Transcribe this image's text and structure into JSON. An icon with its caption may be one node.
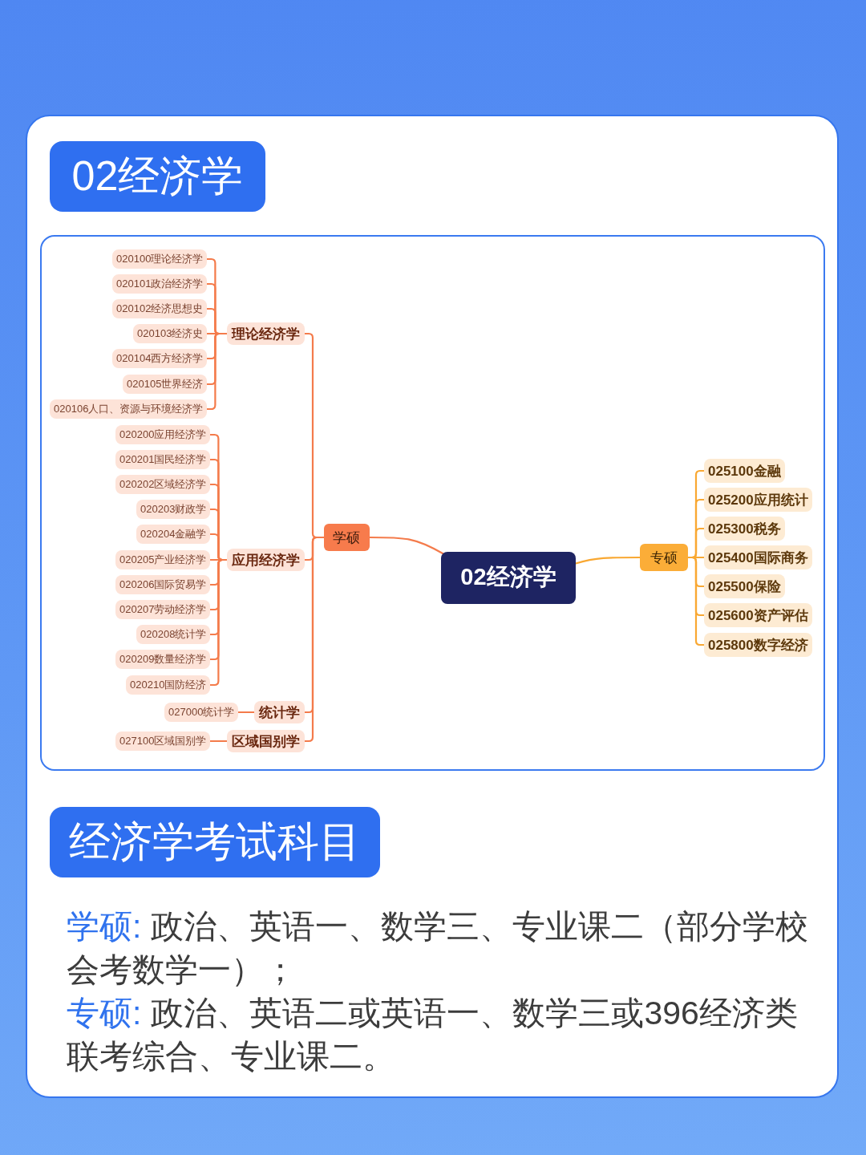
{
  "diagram": {
    "nodes": [
      {
        "text": [
          "02经济学"
        ]
      },
      {
        "text": [],
        "shape": "box"
      },
      {
        "text": [
          "02经济学"
        ],
        "in": 1
      },
      {
        "text": [
          "学硕"
        ],
        "in": 1
      },
      {
        "text": [
          "理论经济学"
        ],
        "in": 1
      },
      {
        "text": [
          "020100理论经济学"
        ],
        "in": 1
      },
      {
        "text": [
          "020101政治经济学"
        ],
        "in": 1
      },
      {
        "text": [
          "020102经济思想史"
        ],
        "in": 1
      },
      {
        "text": [
          "020103经济史"
        ],
        "in": 1
      },
      {
        "text": [
          "020104西方经济学"
        ],
        "in": 1
      },
      {
        "text": [
          "020105世界经济"
        ],
        "in": 1
      },
      {
        "text": [
          "020106人口、资源与环境经济学"
        ],
        "in": 1
      },
      {
        "text": [
          "应用经济学"
        ],
        "in": 1
      },
      {
        "text": [
          "020200应用经济学"
        ],
        "in": 1
      },
      {
        "text": [
          "020201国民经济学"
        ],
        "in": 1
      },
      {
        "text": [
          "020202区域经济学"
        ],
        "in": 1
      },
      {
        "text": [
          "020203财政学"
        ],
        "in": 1
      },
      {
        "text": [
          "020204金融学"
        ],
        "in": 1
      },
      {
        "text": [
          "020205产业经济学"
        ],
        "in": 1
      },
      {
        "text": [
          "020206国际贸易学"
        ],
        "in": 1
      },
      {
        "text": [
          "020207劳动经济学"
        ],
        "in": 1
      },
      {
        "text": [
          "020208统计学"
        ],
        "in": 1
      },
      {
        "text": [
          "020209数量经济学"
        ],
        "in": 1
      },
      {
        "text": [
          "020210国防经济"
        ],
        "in": 1
      },
      {
        "text": [
          "统计学"
        ],
        "in": 1
      },
      {
        "text": [
          "027000统计学"
        ],
        "in": 1
      },
      {
        "text": [
          "区域国别学"
        ],
        "in": 1
      },
      {
        "text": [
          "027100区域国别学"
        ],
        "in": 1
      },
      {
        "text": [
          "专硕"
        ],
        "in": 1
      },
      {
        "text": [
          "025100金融"
        ],
        "in": 1
      },
      {
        "text": [
          "025200应用统计"
        ],
        "in": 1
      },
      {
        "text": [
          "025300税务"
        ],
        "in": 1
      },
      {
        "text": [
          "025400国际商务"
        ],
        "in": 1
      },
      {
        "text": [
          "025500保险"
        ],
        "in": 1
      },
      {
        "text": [
          "025600资产评估"
        ],
        "in": 1
      },
      {
        "text": [
          "025800数字经济"
        ],
        "in": 1
      },
      {
        "text": [
          "经济学考试科目"
        ]
      }
    ],
    "edges": [
      {
        "from": 2,
        "to": 3,
        "arrow": "none"
      },
      {
        "from": 3,
        "to": 4,
        "arrow": "none"
      },
      {
        "from": 4,
        "to": 5,
        "arrow": "none"
      },
      {
        "from": 4,
        "to": 6,
        "arrow": "none"
      },
      {
        "from": 4,
        "to": 7,
        "arrow": "none"
      },
      {
        "from": 4,
        "to": 8,
        "arrow": "none"
      },
      {
        "from": 4,
        "to": 9,
        "arrow": "none"
      },
      {
        "from": 4,
        "to": 10,
        "arrow": "none"
      },
      {
        "from": 4,
        "to": 11,
        "arrow": "none"
      },
      {
        "from": 3,
        "to": 12,
        "arrow": "none"
      },
      {
        "from": 12,
        "to": 13,
        "arrow": "none"
      },
      {
        "from": 12,
        "to": 14,
        "arrow": "none"
      },
      {
        "from": 12,
        "to": 15,
        "arrow": "none"
      },
      {
        "from": 12,
        "to": 16,
        "arrow": "none"
      },
      {
        "from": 12,
        "to": 17,
        "arrow": "none"
      },
      {
        "from": 12,
        "to": 18,
        "arrow": "none"
      },
      {
        "from": 12,
        "to": 19,
        "arrow": "none"
      },
      {
        "from": 12,
        "to": 20,
        "arrow": "none"
      },
      {
        "from": 12,
        "to": 21,
        "arrow": "none"
      },
      {
        "from": 12,
        "to": 22,
        "arrow": "none"
      },
      {
        "from": 12,
        "to": 23,
        "arrow": "none"
      },
      {
        "from": 3,
        "to": 24,
        "arrow": "none"
      },
      {
        "from": 24,
        "to": 25,
        "arrow": "none"
      },
      {
        "from": 3,
        "to": 26,
        "arrow": "none"
      },
      {
        "from": 26,
        "to": 27,
        "arrow": "none"
      },
      {
        "from": 2,
        "to": 28,
        "arrow": "none",
        "color": "#f9a832"
      },
      {
        "from": 28,
        "to": 29,
        "arrow": "none",
        "color": "#f9a832"
      },
      {
        "from": 28,
        "to": 30,
        "arrow": "none",
        "color": "#f9a832"
      },
      {
        "from": 28,
        "to": 31,
        "arrow": "none",
        "color": "#f9a832"
      },
      {
        "from": 28,
        "to": 32,
        "arrow": "none",
        "color": "#f9a832"
      },
      {
        "from": 28,
        "to": 33,
        "arrow": "none",
        "color": "#f9a832"
      },
      {
        "from": 28,
        "to": 34,
        "arrow": "none",
        "color": "#f9a832"
      },
      {
        "from": 28,
        "to": 35,
        "arrow": "none",
        "color": "#f9a832"
      }
    ],
    "labels": [
      "学硕:",
      "政治、英语一、数学三、专业课二（部分学校会考数学一）；",
      "专硕:",
      "政治、英语二或英语一、数学三或396经济类联考综合、专业课二。"
    ]
  }
}
